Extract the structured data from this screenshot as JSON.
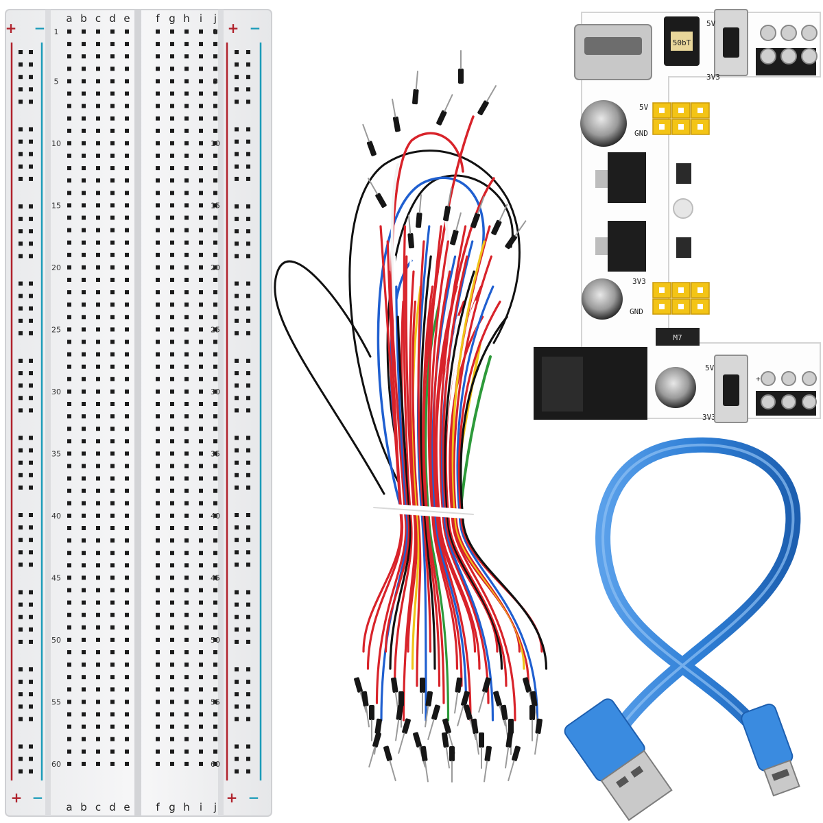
{
  "breadboard": {
    "column_letters_left": [
      "a",
      "b",
      "c",
      "d",
      "e"
    ],
    "column_letters_right": [
      "f",
      "g",
      "h",
      "i",
      "j"
    ],
    "row_numbers": [
      "1",
      "5",
      "10",
      "15",
      "20",
      "25",
      "30",
      "35",
      "40",
      "45",
      "50",
      "55",
      "60"
    ],
    "rail_plus": "+",
    "rail_minus": "−",
    "rail_plus_color": "#b0222c",
    "rail_minus_color": "#1a9bb8"
  },
  "power_module": {
    "label_5v_top": "5V",
    "label_3v3_top": "3V3",
    "label_5v_mid": "5V",
    "label_gnd_mid": "GND",
    "label_3v3_mid": "3V3",
    "label_gnd_low": "GND",
    "label_5v_bottom": "5V",
    "label_3v3_bottom": "3V3",
    "fuse_marking": "50bT",
    "diode_marking": "M7",
    "plus_sign": "+",
    "header_color": "#f3c416"
  },
  "jumper_wires": {
    "colors": [
      "#d8232a",
      "#ffffff",
      "#1f5fd0",
      "#111111",
      "#f0c419",
      "#2d9a3a"
    ]
  },
  "usb_cable": {
    "color": "#2f7fd6"
  }
}
